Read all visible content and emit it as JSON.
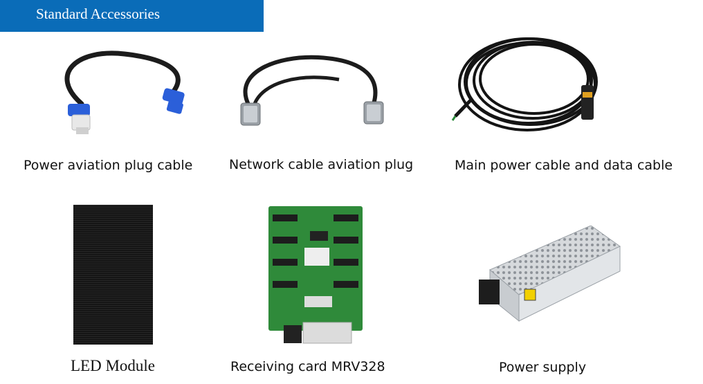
{
  "header": {
    "title": "Standard Accessories"
  },
  "products": [
    {
      "label": "Power aviation plug cable",
      "image": "power-cable-icon"
    },
    {
      "label": "Network cable aviation plug",
      "image": "network-cable-icon"
    },
    {
      "label": "Main power cable and data cable",
      "image": "main-cable-coil-icon"
    },
    {
      "label": "LED Module",
      "image": "led-module-icon"
    },
    {
      "label": "Receiving card MRV328",
      "image": "receiving-card-icon"
    },
    {
      "label": "Power supply",
      "image": "power-supply-icon"
    }
  ],
  "colors": {
    "header_bg": "#0a6cb8",
    "connector_blue": "#2b5fd9",
    "pcb_green": "#2f8a3a",
    "panel_black": "#1a1a1a"
  }
}
